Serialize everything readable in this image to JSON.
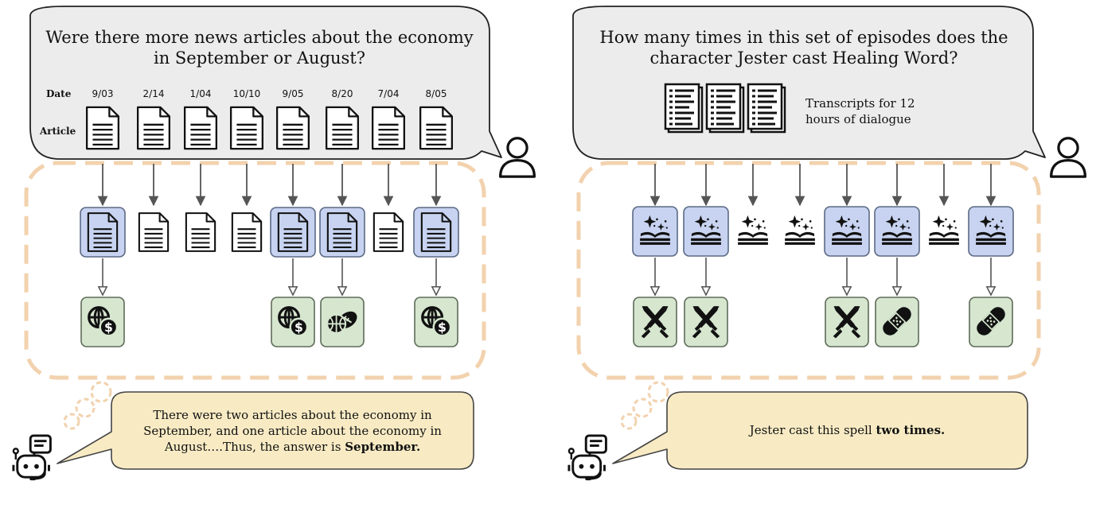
{
  "left_panel": {
    "question": "Were there more news articles about the economy in September or August?",
    "row_labels": {
      "date": "Date",
      "article": "Article"
    },
    "dates": [
      "9/03",
      "2/14",
      "1/04",
      "10/10",
      "9/05",
      "8/20",
      "7/04",
      "8/05"
    ],
    "selected": [
      true,
      false,
      false,
      false,
      true,
      true,
      false,
      true
    ],
    "topics": [
      {
        "column": 0,
        "icon": "globe-dollar-icon"
      },
      {
        "column": 4,
        "icon": "globe-dollar-icon"
      },
      {
        "column": 5,
        "icon": "sports-balls-icon"
      },
      {
        "column": 7,
        "icon": "globe-dollar-icon"
      }
    ],
    "answer_prefix": "There were two articles about the economy in September, and one article about the economy in August….Thus, the answer is ",
    "answer_bold": "September."
  },
  "right_panel": {
    "question": "How many times in this set of episodes does the character Jester cast Healing Word?",
    "transcript_label": "Transcripts for 12 hours of dialogue",
    "selected": [
      true,
      true,
      false,
      false,
      true,
      true,
      false,
      true
    ],
    "actions": [
      {
        "column": 0,
        "icon": "crossed-swords-icon"
      },
      {
        "column": 1,
        "icon": "crossed-swords-icon"
      },
      {
        "column": 4,
        "icon": "crossed-swords-icon"
      },
      {
        "column": 5,
        "icon": "bandage-icon"
      },
      {
        "column": 7,
        "icon": "bandage-icon"
      }
    ],
    "answer_prefix": "Jester cast this spell ",
    "answer_bold": "two times."
  },
  "colors": {
    "bubble_fill": "#ececec",
    "selected_fill": "#c7d3f0",
    "selected_border": "#5b6a84",
    "result_fill": "#d6e6cf",
    "result_border": "#5e6b59",
    "dashed_border": "#f2d2ae",
    "answer_fill": "#f8ebc4",
    "arrow": "#555555"
  }
}
